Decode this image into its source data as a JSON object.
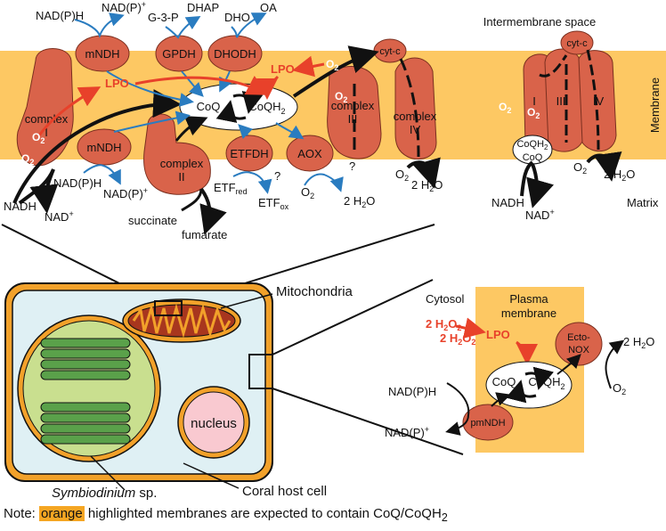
{
  "colors": {
    "membrane": "#fdc863",
    "protein": "#d9634a",
    "protein_dark": "#7a2f1f",
    "blue_arrow": "#2a7cc0",
    "red_arrow": "#e8412a",
    "cell_fill": "#dff0f4",
    "cell_border": "#f2a12a",
    "chloroplast": "#c9df8f",
    "thylakoid": "#5aa14a",
    "nucleus": "#f9c9d0",
    "mito_fill": "#a8361e"
  },
  "top_panel": {
    "intermembrane_label": "Intermembrane space",
    "membrane_label": "Membrane",
    "matrix_label": "Matrix",
    "complex_I": [
      "complex",
      "I"
    ],
    "complex_II": [
      "complex",
      "II"
    ],
    "complex_III": [
      "complex",
      "III"
    ],
    "complex_IV": [
      "complex",
      "IV"
    ],
    "mndh_top": "mNDH",
    "mndh_bottom": "mNDH",
    "gpdh": "GPDH",
    "dhodh": "DHODH",
    "etfdh": "ETFDH",
    "aox": "AOX",
    "cytc": "cyt-c",
    "coq": "CoQ",
    "coqh2": "CoQH",
    "coqh2_sub": "2",
    "lpo": "LPO",
    "lpo2": "LPO",
    "nadph_in": "NAD(P)H",
    "nadp_out": "NAD(P)",
    "nadph_in_b": "NAD(P)H",
    "nadp_out_b": "NAD(P)",
    "g3p": "G-3-P",
    "dhap": "DHAP",
    "dho": "DHO",
    "oa": "OA",
    "nadh": "NADH",
    "nad": "NAD",
    "succinate": "succinate",
    "fumarate": "fumarate",
    "etf_red": "ETF",
    "etf_red_sub": "red",
    "etf_ox": "ETF",
    "etf_ox_sub": "ox",
    "o2": "O",
    "o2_sub": "2",
    "h2o": "2 H",
    "h2o_sub": "2",
    "h2o_o": "O",
    "question": "?",
    "supercomplex_I": "I",
    "supercomplex_III": "III",
    "supercomplex_IV": "IV",
    "super_coqh2": "CoQH",
    "super_coq": "CoQ"
  },
  "bottom_panel": {
    "mitochondria_label": "Mitochondria",
    "nucleus_label": "nucleus",
    "symbiodinium_label": "Symbiodinium",
    "symbiodinium_suffix": " sp.",
    "coral_label": "Coral host cell",
    "cytosol_label": "Cytosol",
    "plasma_label_1": "Plasma",
    "plasma_label_2": "membrane",
    "h2o2": "H",
    "lpo": "LPO",
    "ecto_nox_1": "Ecto-",
    "ecto_nox_2": "NOX",
    "pmndh": "pmNDH",
    "coq": "CoQ",
    "coqh2": "CoQH",
    "nadph": "NAD(P)H",
    "nadp": "NAD(P)",
    "h2o": "2 H",
    "o2": "O"
  },
  "note": {
    "prefix": "Note: ",
    "highlight": "orange",
    "suffix": " highlighted membranes are expected to contain CoQ/CoQH",
    "sub": "2"
  }
}
